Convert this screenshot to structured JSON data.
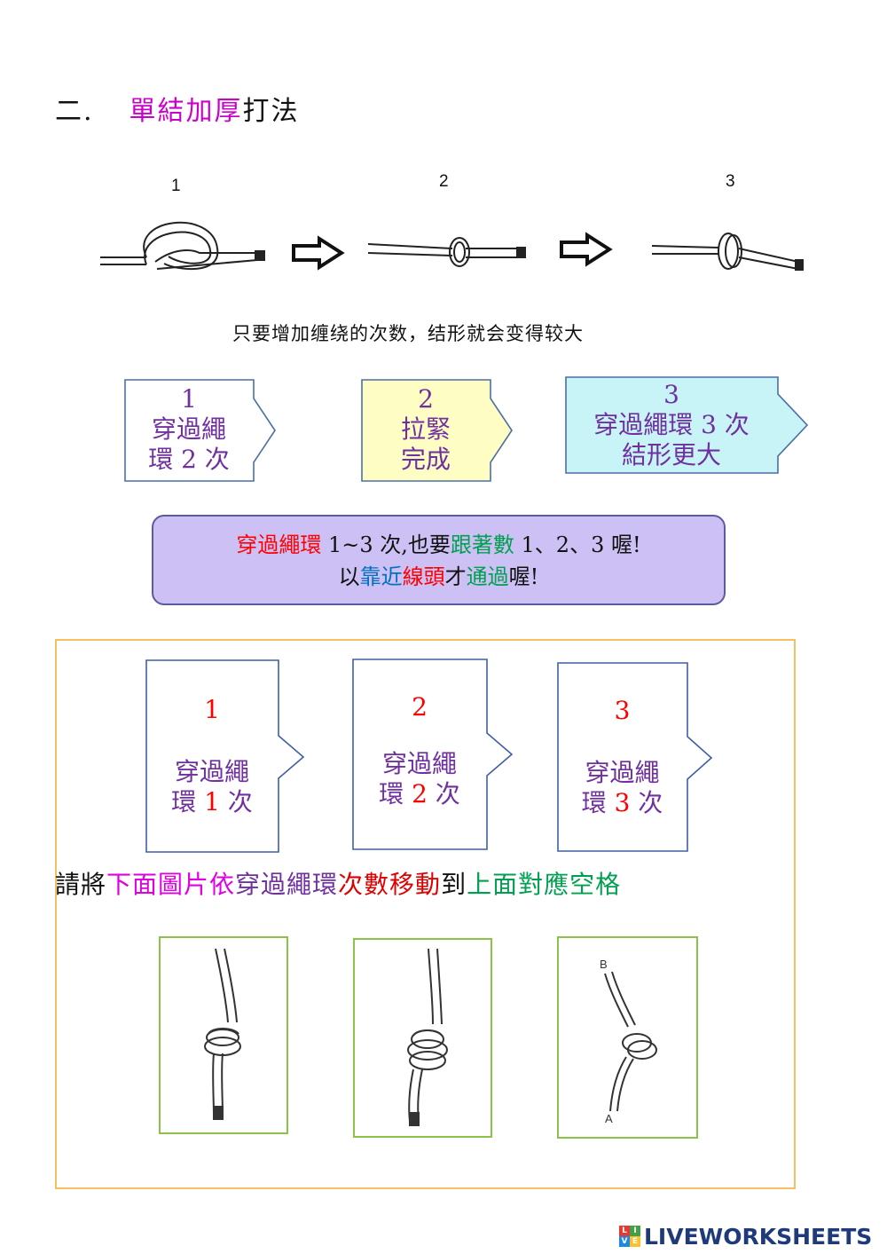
{
  "title": {
    "number": "二.",
    "highlight": "單結加厚",
    "rest": "打法"
  },
  "figure": {
    "step_labels": [
      "1",
      "2",
      "3"
    ],
    "caption": "只要增加缠绕的次数，结形就会变得较大"
  },
  "steps": [
    {
      "num": "1",
      "line1": "穿過繩",
      "line2": "環 2 次",
      "fill": "#ffffff",
      "stroke": "#4a6fa5"
    },
    {
      "num": "2",
      "line1": "拉緊",
      "line2": "完成",
      "fill": "#fdfdc4",
      "stroke": "#4a6fa5"
    },
    {
      "num": "3",
      "line1": "穿過繩環 3 次",
      "line2": "結形更大",
      "fill": "#c8f4f8",
      "stroke": "#4a6fa5"
    }
  ],
  "note": {
    "l1_a": "穿過繩環",
    "l1_b": " 1~3 次,也要",
    "l1_c": "跟著數",
    "l1_d": " 1、2、3 喔!",
    "l2_a": "以",
    "l2_b": "靠近",
    "l2_c": "線頭",
    "l2_d": "才",
    "l2_e": "通過",
    "l2_f": "喔!"
  },
  "targets": [
    {
      "num": "1",
      "line1": "穿過繩",
      "line2a": "環 ",
      "line2b": "1",
      "line2c": " 次"
    },
    {
      "num": "2",
      "line1": "穿過繩",
      "line2a": "環 ",
      "line2b": "2",
      "line2c": " 次"
    },
    {
      "num": "3",
      "line1": "穿過繩",
      "line2a": "環 ",
      "line2b": "3",
      "line2c": " 次"
    }
  ],
  "instruction": {
    "a": "請將",
    "b": "下面圖片依",
    "c": "穿過繩環",
    "d": "次數移動",
    "e": "到",
    "f": "上面對應空格"
  },
  "drag_images": [
    {
      "labels": [
        "",
        ""
      ],
      "desc": "knot-small"
    },
    {
      "labels": [
        "",
        ""
      ],
      "desc": "knot-large"
    },
    {
      "labels": [
        "B",
        "A"
      ],
      "desc": "knot-medium"
    }
  ],
  "brand": {
    "name": "LIVEWORKSHEETS",
    "logo_letters": [
      "L",
      "I",
      "V",
      "E"
    ]
  },
  "colors": {
    "accent_purple": "#7030a0",
    "magenta": "#cc00cc",
    "red": "#ff0000",
    "green": "#00a050",
    "blue": "#0070c0",
    "note_bg": "#ccc0f4",
    "panel_border": "#f4c060"
  }
}
